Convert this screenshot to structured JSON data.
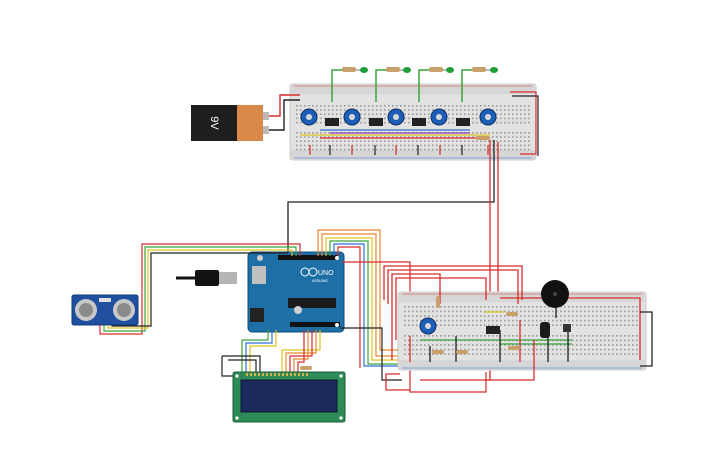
{
  "workspace": {
    "name": "circuit-workspace",
    "background": "#ffffff"
  },
  "battery": {
    "label": "9V",
    "body_color": "#1e1e1e",
    "cap_color": "#d98a4a"
  },
  "arduino": {
    "logo_text": "UNO",
    "brand_text": "ARDUINO",
    "board_color": "#1e6fa6"
  },
  "ultrasonic_sensor": {
    "board_color": "#1f4f9e"
  },
  "lcd": {
    "board_color": "#2e8b57",
    "screen_color": "#1b2a5c"
  },
  "breadboards": [
    {
      "id": "top",
      "color": "#e2e2e2"
    },
    {
      "id": "bottom",
      "color": "#e2e2e2"
    }
  ],
  "leds": [
    {
      "color": "#1e9e3a"
    },
    {
      "color": "#1e9e3a"
    },
    {
      "color": "#1e9e3a"
    },
    {
      "color": "#1e9e3a"
    }
  ],
  "potentiometers": 6,
  "wire_colors": {
    "red": "#d62c2c",
    "black": "#222222",
    "green": "#3aa33a",
    "yellow": "#e0c21c",
    "orange": "#e8892a",
    "blue": "#2e6fd6",
    "purple": "#8a3fd1",
    "gray": "#9a9a9a"
  },
  "buzzer": {
    "color": "#111111"
  }
}
